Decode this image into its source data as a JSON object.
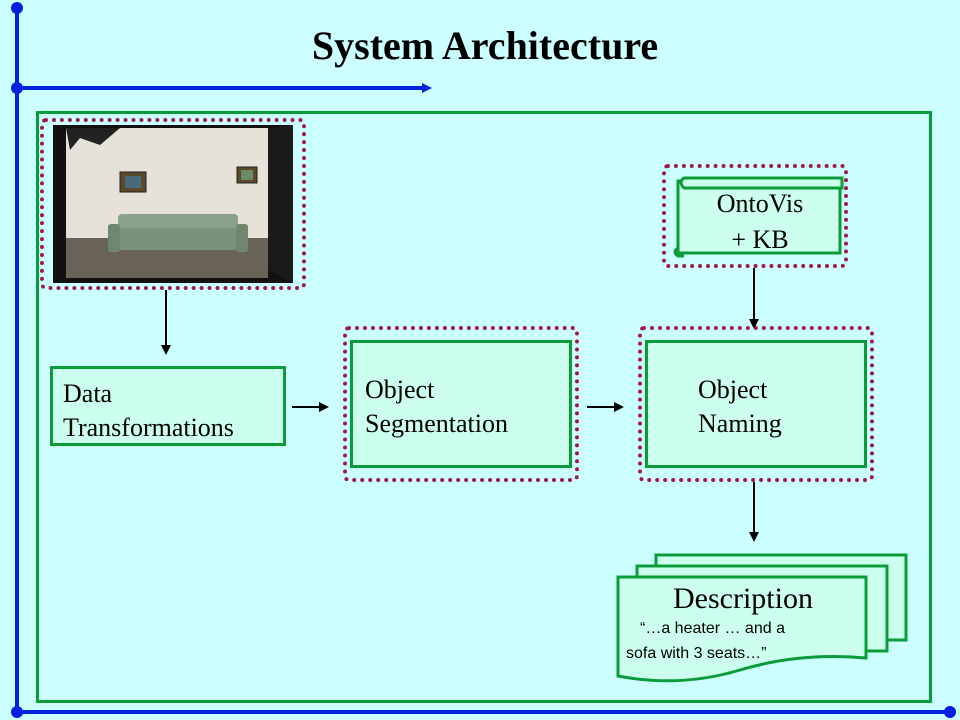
{
  "title": "System Architecture",
  "nodes": {
    "data_transformations": {
      "line1": "Data",
      "line2": "Transformations"
    },
    "object_segmentation": {
      "line1": "Object",
      "line2": "Segmentation"
    },
    "object_naming": {
      "line1": "Object",
      "line2": "Naming"
    },
    "ontovis_kb": {
      "line1": "OntoVis",
      "line2": "+ KB"
    },
    "description": {
      "heading": "Description",
      "quote_line1": "“…a heater … and a",
      "quote_line2": "sofa with 3 seats…”"
    }
  },
  "colors": {
    "background": "#ccffff",
    "frame_line": "#0020e0",
    "panel_border": "#0b9c3a",
    "box_fill": "#ccffee",
    "dotted_border": "#a0194a"
  }
}
